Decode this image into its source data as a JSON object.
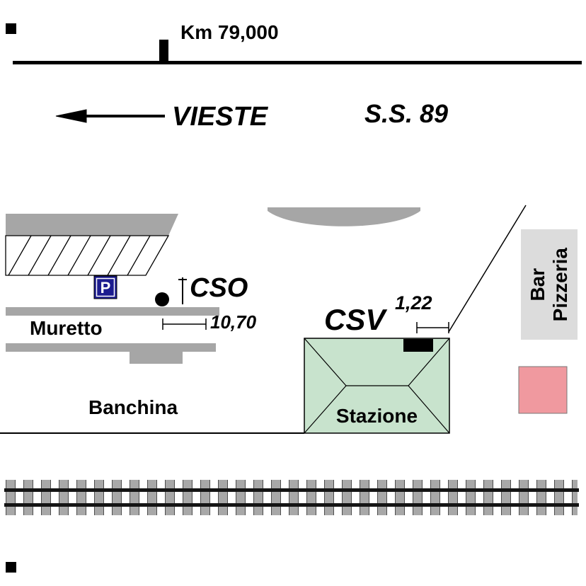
{
  "road": {
    "km_label": "Km 79,000",
    "name": "S.S. 89",
    "direction": "VIESTE"
  },
  "signals": {
    "cso": {
      "label": "CSO",
      "distance": "10,70"
    },
    "csv": {
      "label": "CSV",
      "distance": "1,22"
    }
  },
  "platform": {
    "banchina_label": "Banchina",
    "muretto_label": "Muretto"
  },
  "station": {
    "name": "Stazione"
  },
  "bar": {
    "line1": "Bar",
    "line2": "Pizzeria"
  },
  "parking_sign": {
    "letter": "P"
  },
  "colors": {
    "shape_gray": "#a6a6a6",
    "light_gray": "#dcdcdc",
    "station_green": "#c8e3cd",
    "pink": "#f0999f",
    "sign_blue": "#1c1c8f",
    "line_black": "#000000"
  }
}
